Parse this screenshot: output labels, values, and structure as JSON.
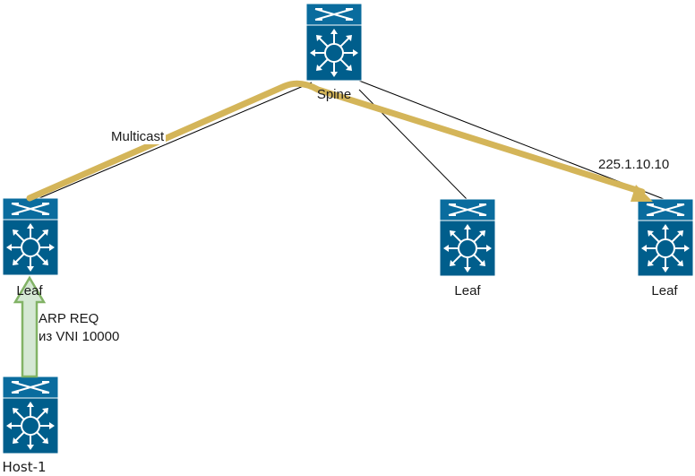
{
  "nodes": {
    "spine": {
      "label": "Spine"
    },
    "leaf1": {
      "label": "Leaf"
    },
    "leaf2": {
      "label": "Leaf"
    },
    "leaf3": {
      "label": "Leaf"
    },
    "host1": {
      "label": "Host-1"
    }
  },
  "annotations": {
    "multicast": "Multicast",
    "group": "225.1.10.10",
    "arp_line1": "ARP REQ",
    "arp_line2": "из VNI 10000"
  },
  "colors": {
    "device_fill": "#005E8C",
    "device_top": "#0A6C9E",
    "device_icon": "#ffffff",
    "flow_path": "#D4B559",
    "arp_arrow_stroke": "#82B366",
    "arp_arrow_fill": "#D5E8D4",
    "link": "#000000"
  },
  "icons": {
    "device": "layer3-switch-icon",
    "flow_arrow": "multicast-arrow",
    "arp_arrow": "up-arrow"
  }
}
